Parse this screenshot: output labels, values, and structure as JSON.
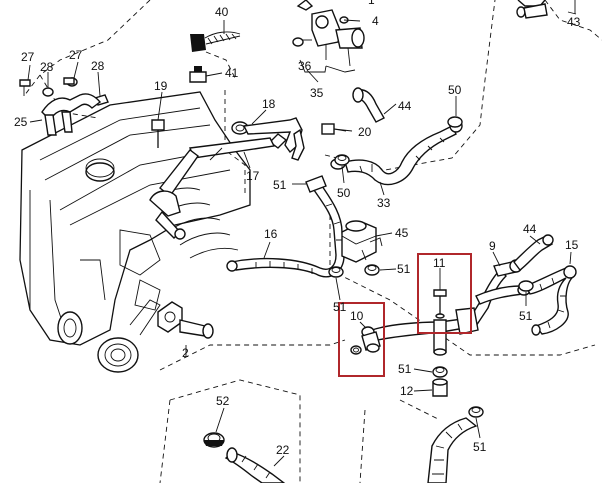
{
  "callouts": [
    {
      "id": "c1",
      "label": "1"
    },
    {
      "id": "c4",
      "label": "4"
    },
    {
      "id": "c40",
      "label": "40"
    },
    {
      "id": "c41",
      "label": "41"
    },
    {
      "id": "c43",
      "label": "43"
    },
    {
      "id": "c27a",
      "label": "27"
    },
    {
      "id": "c28a",
      "label": "28"
    },
    {
      "id": "c27b",
      "label": "27"
    },
    {
      "id": "c28b",
      "label": "28"
    },
    {
      "id": "c25",
      "label": "25"
    },
    {
      "id": "c19",
      "label": "19"
    },
    {
      "id": "c36",
      "label": "36"
    },
    {
      "id": "c35",
      "label": "35"
    },
    {
      "id": "c44a",
      "label": "44"
    },
    {
      "id": "c50a",
      "label": "50"
    },
    {
      "id": "c18",
      "label": "18"
    },
    {
      "id": "c20",
      "label": "20"
    },
    {
      "id": "c17",
      "label": "17"
    },
    {
      "id": "c50b",
      "label": "50"
    },
    {
      "id": "c33",
      "label": "33"
    },
    {
      "id": "c51a",
      "label": "51"
    },
    {
      "id": "c16",
      "label": "16"
    },
    {
      "id": "c45",
      "label": "45"
    },
    {
      "id": "c44b",
      "label": "44"
    },
    {
      "id": "c9",
      "label": "9"
    },
    {
      "id": "c15",
      "label": "15"
    },
    {
      "id": "c11",
      "label": "11"
    },
    {
      "id": "c51b",
      "label": "51"
    },
    {
      "id": "c51c",
      "label": "51"
    },
    {
      "id": "c51d",
      "label": "51"
    },
    {
      "id": "c10",
      "label": "10"
    },
    {
      "id": "c2",
      "label": "2"
    },
    {
      "id": "c51e",
      "label": "51"
    },
    {
      "id": "c12",
      "label": "12"
    },
    {
      "id": "c52",
      "label": "52"
    },
    {
      "id": "c22",
      "label": "22"
    },
    {
      "id": "c51f",
      "label": "51"
    }
  ],
  "highlights": [
    {
      "name": "highlight-part-10",
      "color": "#b0272b"
    },
    {
      "name": "highlight-part-11",
      "color": "#b0272b"
    }
  ]
}
